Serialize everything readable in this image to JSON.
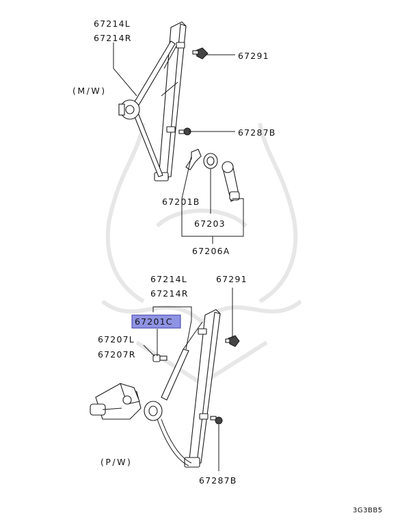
{
  "labels": {
    "upper_regulator_l": "67214L",
    "upper_regulator_r": "67214R",
    "upper_screw": "67291",
    "upper_variant": "(M/W)",
    "upper_bolt": "67287B",
    "clip": "67201B",
    "escutcheon": "67203",
    "handle": "67206A",
    "lower_regulator_l": "67214L",
    "lower_regulator_r": "67214R",
    "lower_screw": "67291",
    "highlighted_part": "67201C",
    "motor_l": "67207L",
    "motor_r": "67207R",
    "lower_variant": "(P/W)",
    "lower_bolt": "67287B",
    "diagram_code": "3G3BB5"
  },
  "colors": {
    "highlight_fill": "#8f93e3",
    "highlight_border": "#3c3fa8",
    "line": "#1a1a1a",
    "watermark": "#e7e7e7"
  }
}
